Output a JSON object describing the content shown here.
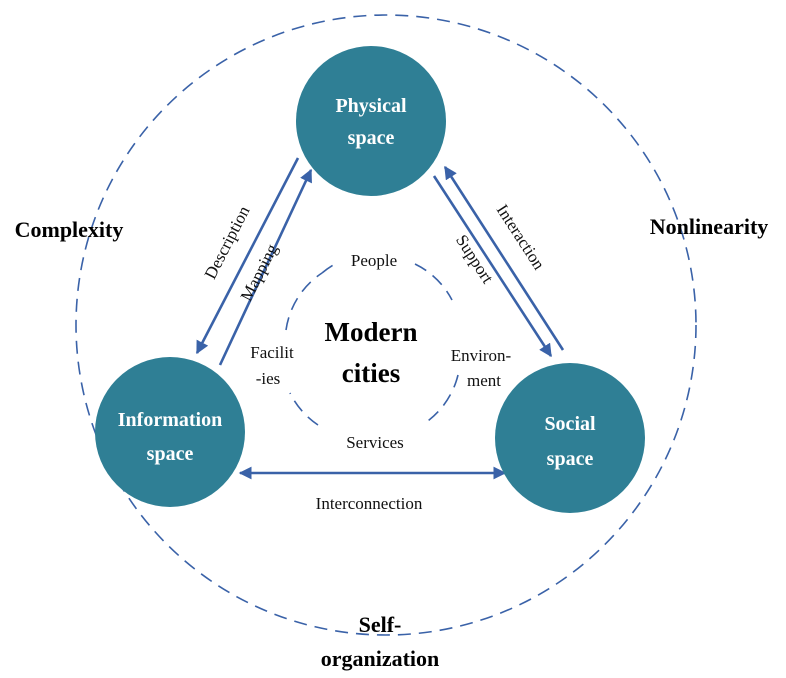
{
  "colors": {
    "node_fill": "#2f7f95",
    "arrow": "#3a62a8",
    "dashed": "#3a62a8",
    "text": "#000000"
  },
  "outer_labels": {
    "left": "Complexity",
    "right": "Nonlinearity",
    "bottom_line1": "Self-",
    "bottom_line2": "organization"
  },
  "nodes": {
    "physical": {
      "line1": "Physical",
      "line2": "space"
    },
    "information": {
      "line1": "Information",
      "line2": "space"
    },
    "social": {
      "line1": "Social",
      "line2": "space"
    }
  },
  "center": {
    "line1": "Modern",
    "line2": "cities"
  },
  "inner_labels": {
    "people": "People",
    "services": "Services",
    "facilities_line1": "Facilit",
    "facilities_line2": "-ies",
    "environment_line1": "Environ-",
    "environment_line2": "ment"
  },
  "edges": {
    "description": "Description",
    "mapping": "Mapping",
    "interaction": "Interaction",
    "support": "Support",
    "interconnection": "Interconnection"
  }
}
